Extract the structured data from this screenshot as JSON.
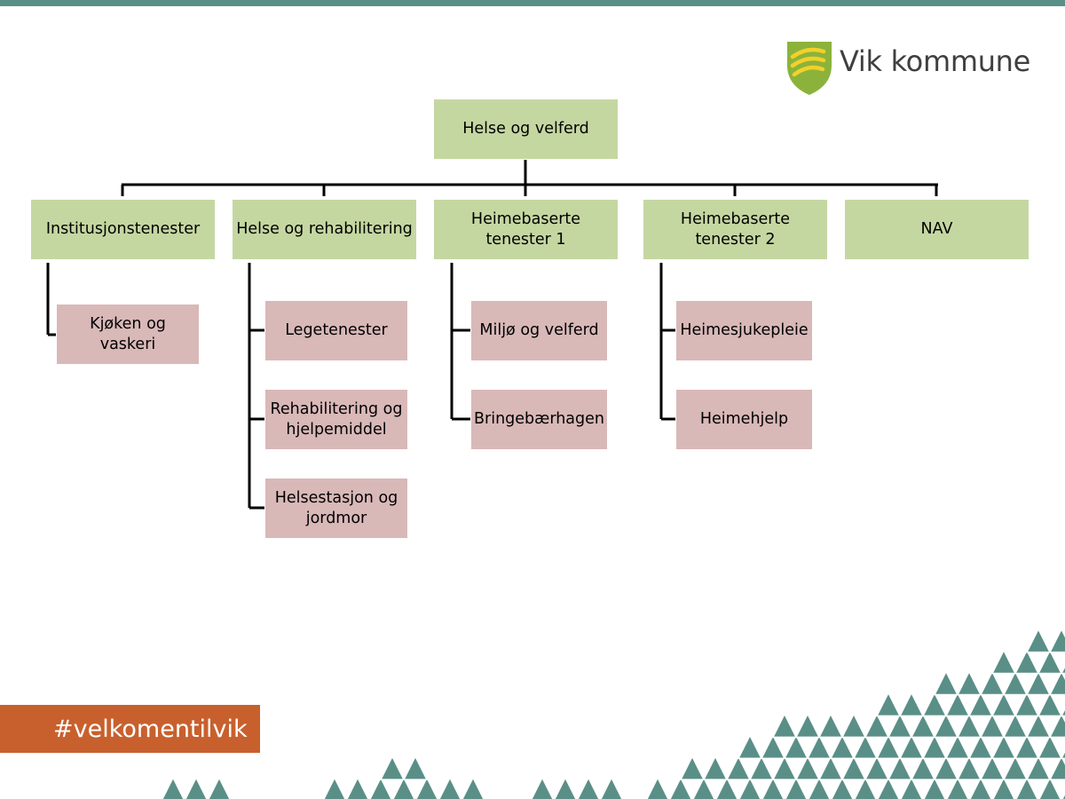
{
  "brand": {
    "logo_text": "Vik kommune",
    "colors": {
      "top_bar": "#5a8f87",
      "shield_green": "#8bb33b",
      "shield_yellow": "#f2d12a",
      "green_box": "#c5d7a1",
      "pink_box": "#d9b8b8",
      "hashtag_bg": "#c8602e",
      "mountain": "#5a8f87"
    }
  },
  "org_chart": {
    "root": "Helse og velferd",
    "departments": [
      {
        "label": "Institusjonstenester",
        "units": [
          "Kjøken og vaskeri"
        ]
      },
      {
        "label": "Helse og rehabilitering",
        "units": [
          "Legetenester",
          "Rehabilitering og hjelpemiddel",
          "Helsestasjon og jordmor"
        ]
      },
      {
        "label": "Heimebaserte tenester 1",
        "units": [
          "Miljø og velferd",
          "Bringebærhagen"
        ]
      },
      {
        "label": "Heimebaserte tenester 2",
        "units": [
          "Heimesjukepleie",
          "Heimehjelp"
        ]
      },
      {
        "label": "NAV",
        "units": []
      }
    ]
  },
  "footer": {
    "hashtag": "#velkomentilvik"
  }
}
